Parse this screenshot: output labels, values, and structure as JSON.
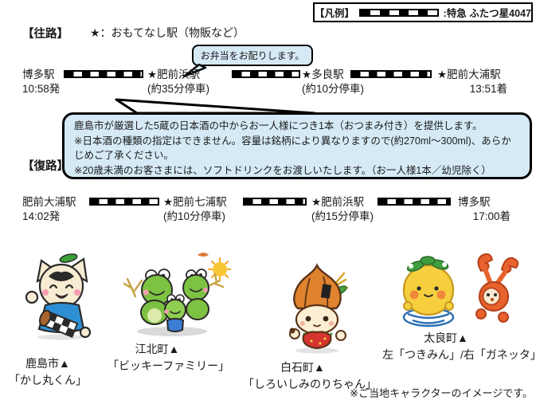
{
  "legend": {
    "label": "【凡例】",
    "train_name": ":特急 ふたつ星4047"
  },
  "outbound": {
    "heading": "【往路】",
    "star_note": "★：おもてなし駅（物販など）",
    "bento_bubble": "お弁当をお配りします。",
    "stations": [
      {
        "name": "博多駅",
        "sub": "10:58発"
      },
      {
        "name": "★肥前浜駅",
        "sub": "(約35分停車)"
      },
      {
        "name": "★多良駅",
        "sub": "(約10分停車)"
      },
      {
        "name": "★肥前大浦駅",
        "sub": "13:51着"
      }
    ]
  },
  "sake_callout": {
    "line1": "鹿島市が厳選した5蔵の日本酒の中からお一人様につき1本（おつまみ付き）を提供します。",
    "line2": "※日本酒の種類の指定はできません。容量は銘柄により異なりますので(約270ml～300ml)、あらかじめご了承ください。",
    "line3": "※20歳未満のお客さまには、ソフトドリンクをお渡しいたします。（お一人様1本／幼児除く）"
  },
  "inbound": {
    "heading": "【復路】",
    "stations": [
      {
        "name": "肥前大浦駅",
        "sub": "14:02発"
      },
      {
        "name": "★肥前七浦駅",
        "sub": "(約10分停車)"
      },
      {
        "name": "★肥前浜駅",
        "sub": "(約15分停車)"
      },
      {
        "name": "博多駅",
        "sub": "17:00着"
      }
    ]
  },
  "mascots": [
    {
      "area": "鹿島市▲",
      "name": "「かし丸くん」"
    },
    {
      "area": "江北町▲",
      "name": "「ビッキーファミリー」"
    },
    {
      "area": "白石町▲",
      "name": "「しろいしみのりちゃん」"
    },
    {
      "area": "太良町▲",
      "name": "左「つきみん」/右「ガネッタ」"
    }
  ],
  "footer_note": "※ご当地キャラクターのイメージです。",
  "colors": {
    "callout_bg": "#d6eaf6",
    "line": "#000000"
  }
}
